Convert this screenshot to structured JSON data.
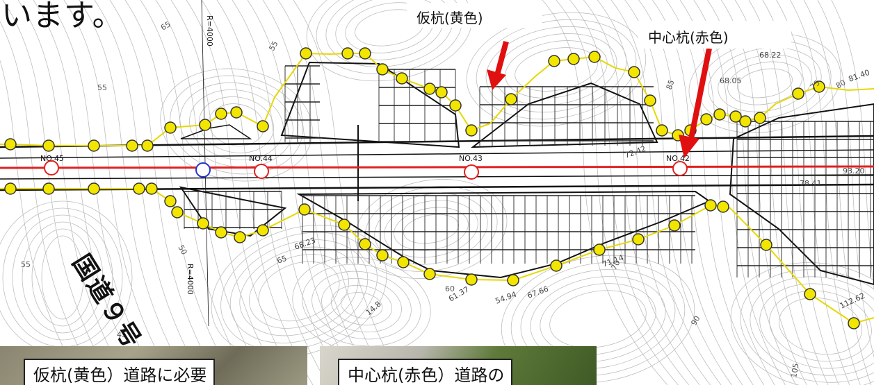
{
  "heading_fragment": "います。",
  "callouts": {
    "temporary_stake": "仮杭(黄色)",
    "center_stake": "中心杭(赤色)"
  },
  "road_label": "国道９号",
  "stations": [
    "NO.45",
    "NO.44",
    "NO.43",
    "NO.42"
  ],
  "curve_labels": [
    "R=4000",
    "R=4000"
  ],
  "contours": [
    "65",
    "55",
    "55",
    "50",
    "45",
    "55",
    "75",
    "80",
    "85",
    "90",
    "105",
    "60",
    "65",
    "70"
  ],
  "elevations": [
    "68.22",
    "68.05",
    "81.40",
    "61.37",
    "54.94",
    "67.66",
    "14.8",
    "112.62",
    "68.23",
    "71.14",
    "72.42",
    "93.20",
    "78.41"
  ],
  "photo_captions": {
    "left": "仮杭(黄色）道路に必要",
    "right": "中心杭(赤色）道路の"
  },
  "colors": {
    "temporary_stake": "#f2e600",
    "center_stake": "#e02020",
    "arrow": "#e01010",
    "centerline": "#e02020",
    "boundary": "#e6d800",
    "extra_marker": "#2233cc"
  }
}
